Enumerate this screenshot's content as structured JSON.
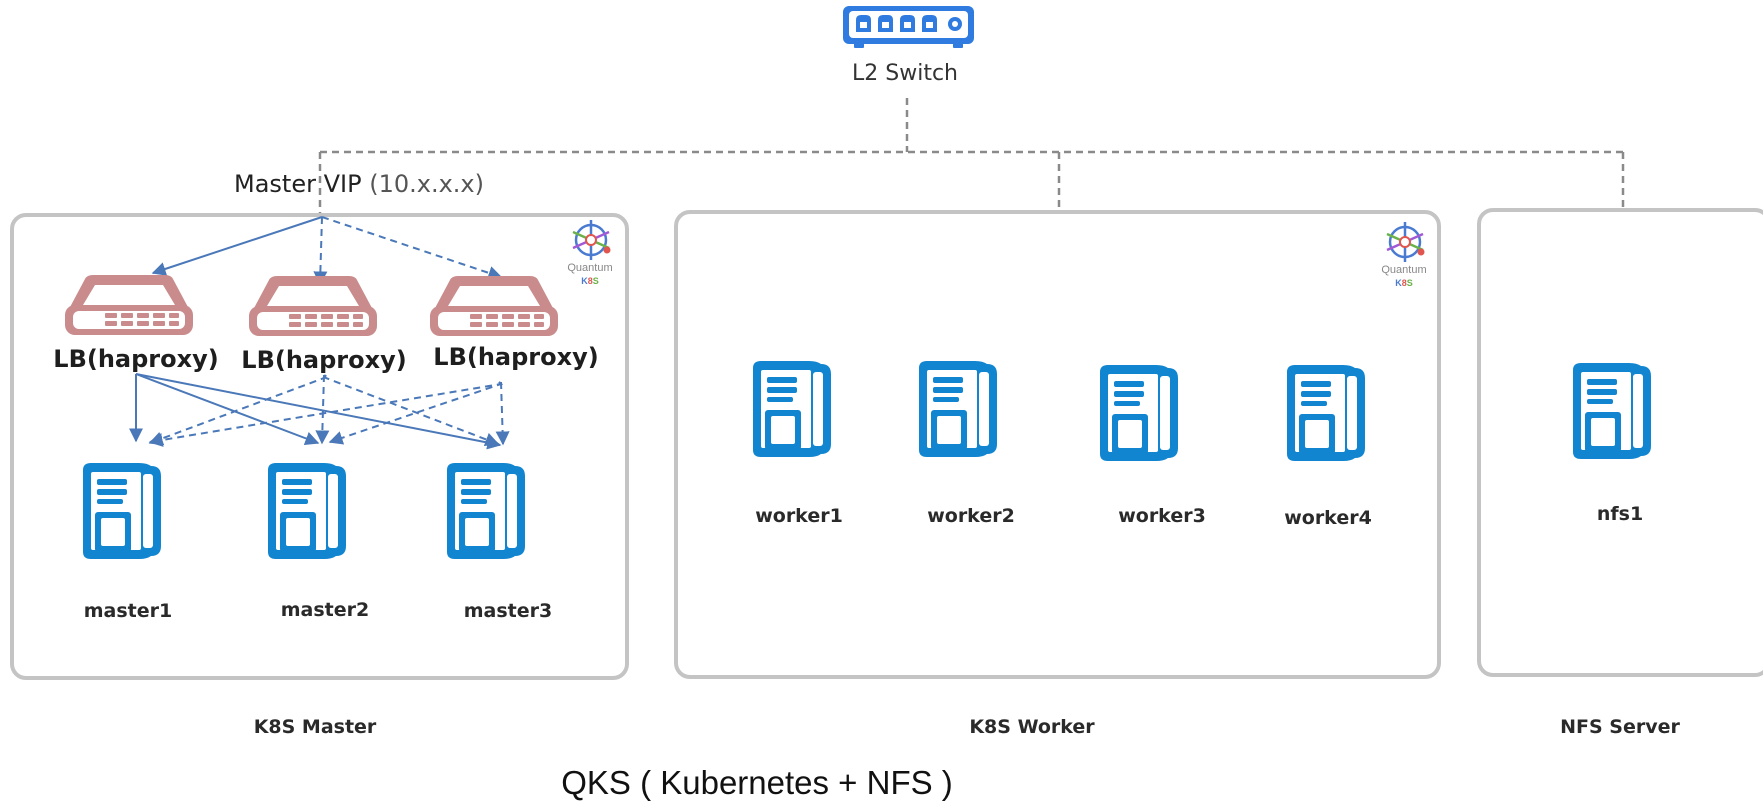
{
  "title": "QKS ( Kubernetes + NFS )",
  "switch": {
    "label": "L2 Switch",
    "icon": "network-switch-icon"
  },
  "vip": {
    "label": "Master VIP",
    "ip": "(10.x.x.x)"
  },
  "groups": [
    {
      "id": "master",
      "label": "K8S Master",
      "badge": true
    },
    {
      "id": "worker",
      "label": "K8S Worker",
      "badge": true
    },
    {
      "id": "nfs",
      "label": "NFS Server",
      "badge": false
    }
  ],
  "badge": {
    "text": "Quantum",
    "sub": [
      "K",
      "8",
      "S"
    ],
    "icon": "quantum-k8s-logo-icon"
  },
  "load_balancers": [
    "LB(haproxy)",
    "LB(haproxy)",
    "LB(haproxy)"
  ],
  "masters": [
    "master1",
    "master2",
    "master3"
  ],
  "workers": [
    "worker1",
    "worker2",
    "worker3",
    "worker4"
  ],
  "nfs_nodes": [
    "nfs1"
  ],
  "colors": {
    "server": "#1185d0",
    "load_balancer": "#c98b8b",
    "switch": "#2f7be0",
    "group_border": "#c4c4c4",
    "connector_dashed": "#8a8a8a",
    "arrow": "#4a78b8"
  }
}
